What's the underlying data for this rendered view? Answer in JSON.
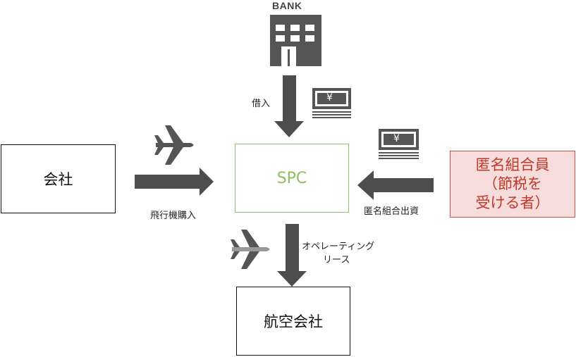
{
  "bank": {
    "label": "BANK"
  },
  "nodes": {
    "company": "会社",
    "spc": "SPC",
    "airline": "航空会社",
    "investor": {
      "line1": "匿名組合員",
      "line2": "（節税を",
      "line3": "受ける者）"
    }
  },
  "edges": {
    "borrowing": "借入",
    "aircraft_purchase": "飛行機購入",
    "investment": "匿名組合出資",
    "operating_lease_line1": "オペレーティング",
    "operating_lease_line2": "リース"
  },
  "icons": {
    "yen_symbol": "¥"
  },
  "colors": {
    "arrow": "#4d4d4d",
    "icon": "#555555",
    "spc_border": "#93c26b",
    "spc_text": "#8dbf5e",
    "investor_border": "#c8504c",
    "investor_fill": "#f6dcdb",
    "investor_text": "#c0392b"
  }
}
